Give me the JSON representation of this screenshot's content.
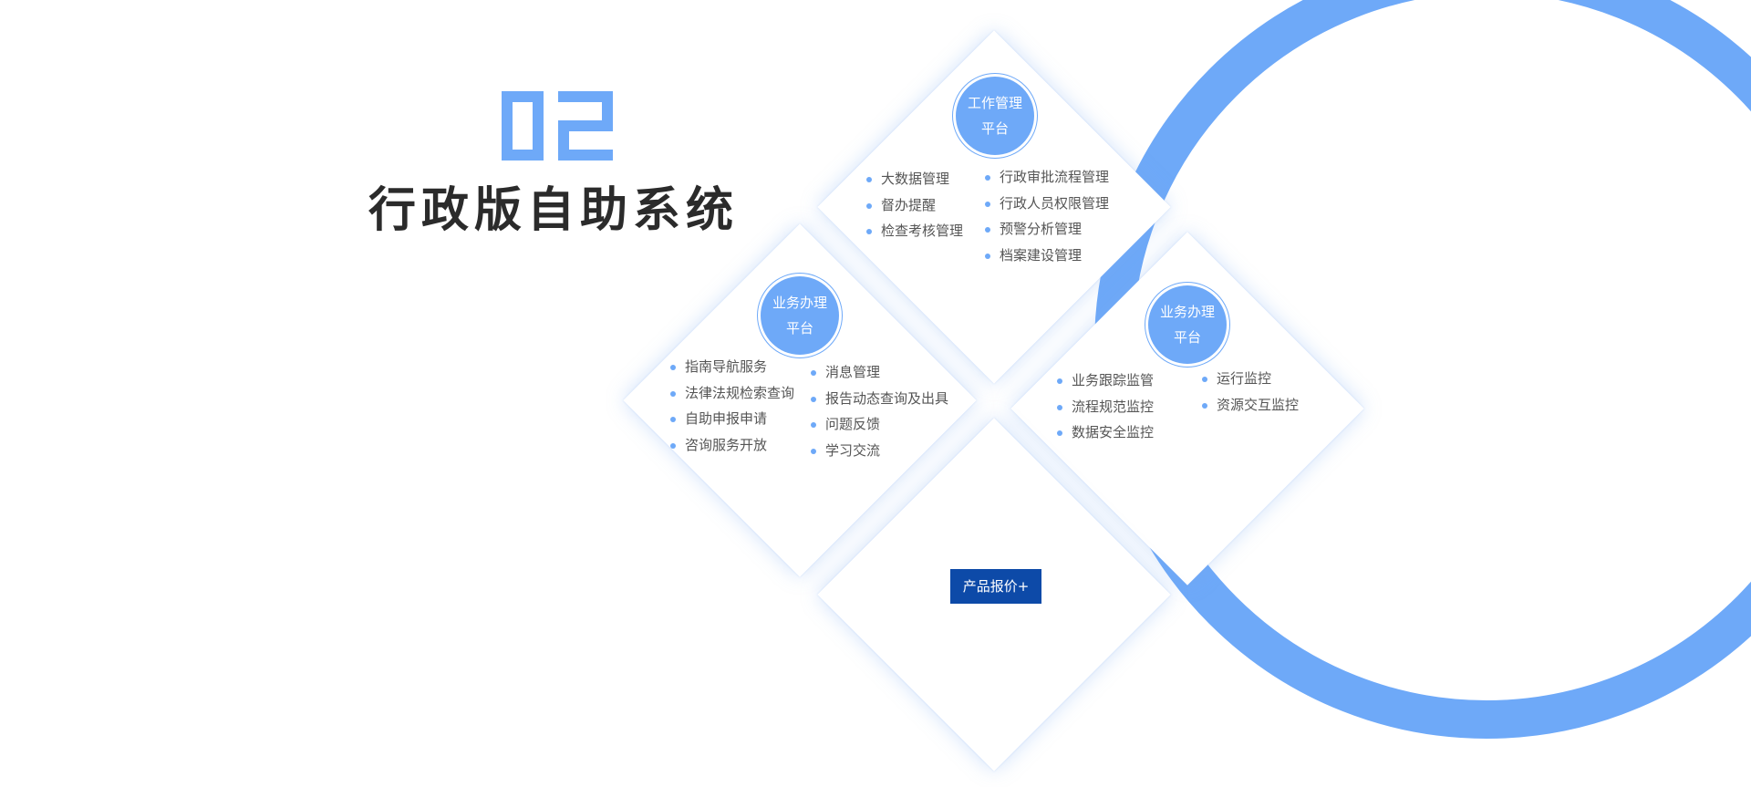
{
  "heading": {
    "number": "02",
    "title": "行政版自助系统"
  },
  "colors": {
    "accent": "#6ea9f8",
    "button": "#0d4aa8",
    "title": "#2b2b2b"
  },
  "platforms": {
    "top": {
      "name_line1": "工作管理",
      "name_line2": "平台",
      "col_a": [
        "大数据管理",
        "督办提醒",
        "检查考核管理"
      ],
      "col_b": [
        "行政审批流程管理",
        "行政人员权限管理",
        "预警分析管理",
        "档案建设管理"
      ]
    },
    "left": {
      "name_line1": "业务办理",
      "name_line2": "平台",
      "col_a": [
        "指南导航服务",
        "法律法规检索查询",
        "自助申报申请",
        "咨询服务开放"
      ],
      "col_b": [
        "消息管理",
        "报告动态查询及出具",
        "问题反馈",
        "学习交流"
      ]
    },
    "right": {
      "name_line1": "业务办理",
      "name_line2": "平台",
      "col_a": [
        "业务跟踪监管",
        "流程规范监控",
        "数据安全监控"
      ],
      "col_b": [
        "运行监控",
        "资源交互监控"
      ]
    }
  },
  "quote_button": {
    "label": "产品报价+"
  }
}
